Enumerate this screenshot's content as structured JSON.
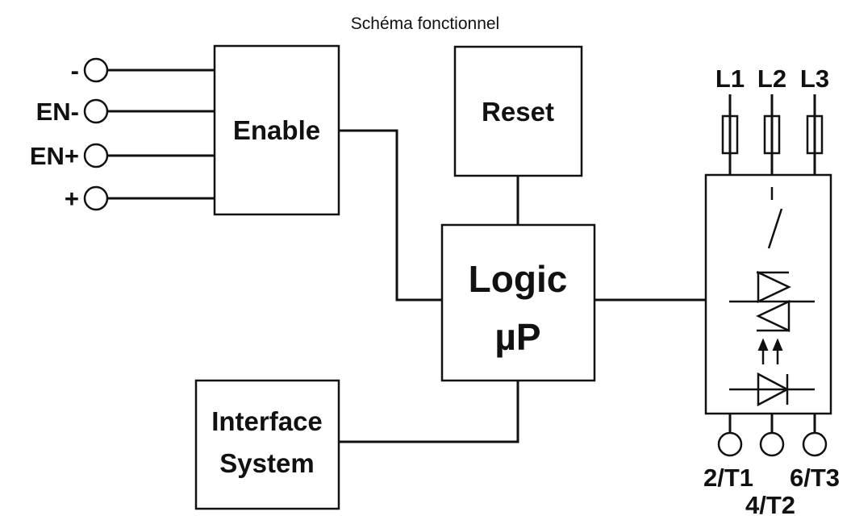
{
  "title": "Schéma fonctionnel",
  "blocks": {
    "enable": "Enable",
    "reset": "Reset",
    "logic": [
      "Logic",
      "µP"
    ],
    "interface": [
      "Interface",
      "System"
    ]
  },
  "input_terminals": [
    "-",
    "EN-",
    "EN+",
    "+"
  ],
  "supply_phases": [
    "L1",
    "L2",
    "L3"
  ],
  "output_terminals": [
    "2/T1",
    "4/T2",
    "6/T3"
  ]
}
